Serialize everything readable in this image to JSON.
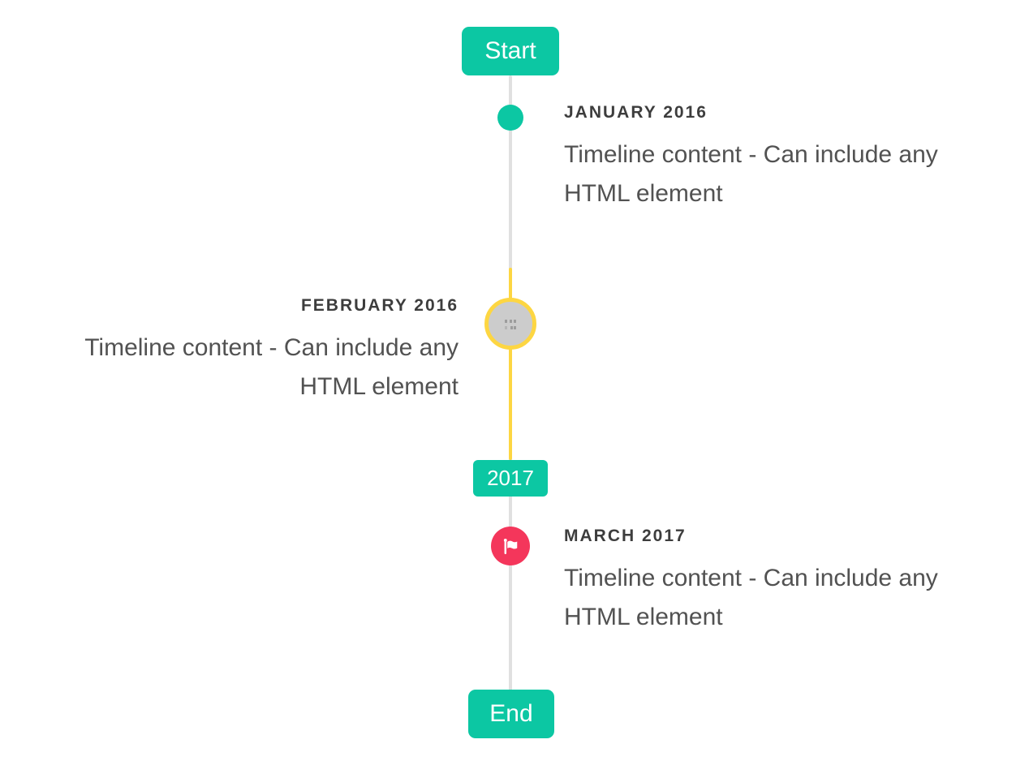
{
  "timeline": {
    "start_label": "Start",
    "year_badge": "2017",
    "end_label": "End",
    "entries": [
      {
        "date": "JANUARY 2016",
        "content": "Timeline content - Can include any HTML element",
        "side": "right",
        "marker": "dot-icon"
      },
      {
        "date": "FEBRUARY 2016",
        "content": "Timeline content - Can include any HTML element",
        "side": "left",
        "marker": "broken-image-icon"
      },
      {
        "date": "MARCH 2017",
        "content": "Timeline content - Can include any HTML element",
        "side": "right",
        "marker": "flag-icon"
      }
    ],
    "colors": {
      "accent_teal": "#0cc7a3",
      "flag_red": "#f4365b",
      "highlight_yellow": "#fdd642",
      "line_gray": "#e0e0e0",
      "circle_gray": "#cccccc"
    }
  }
}
